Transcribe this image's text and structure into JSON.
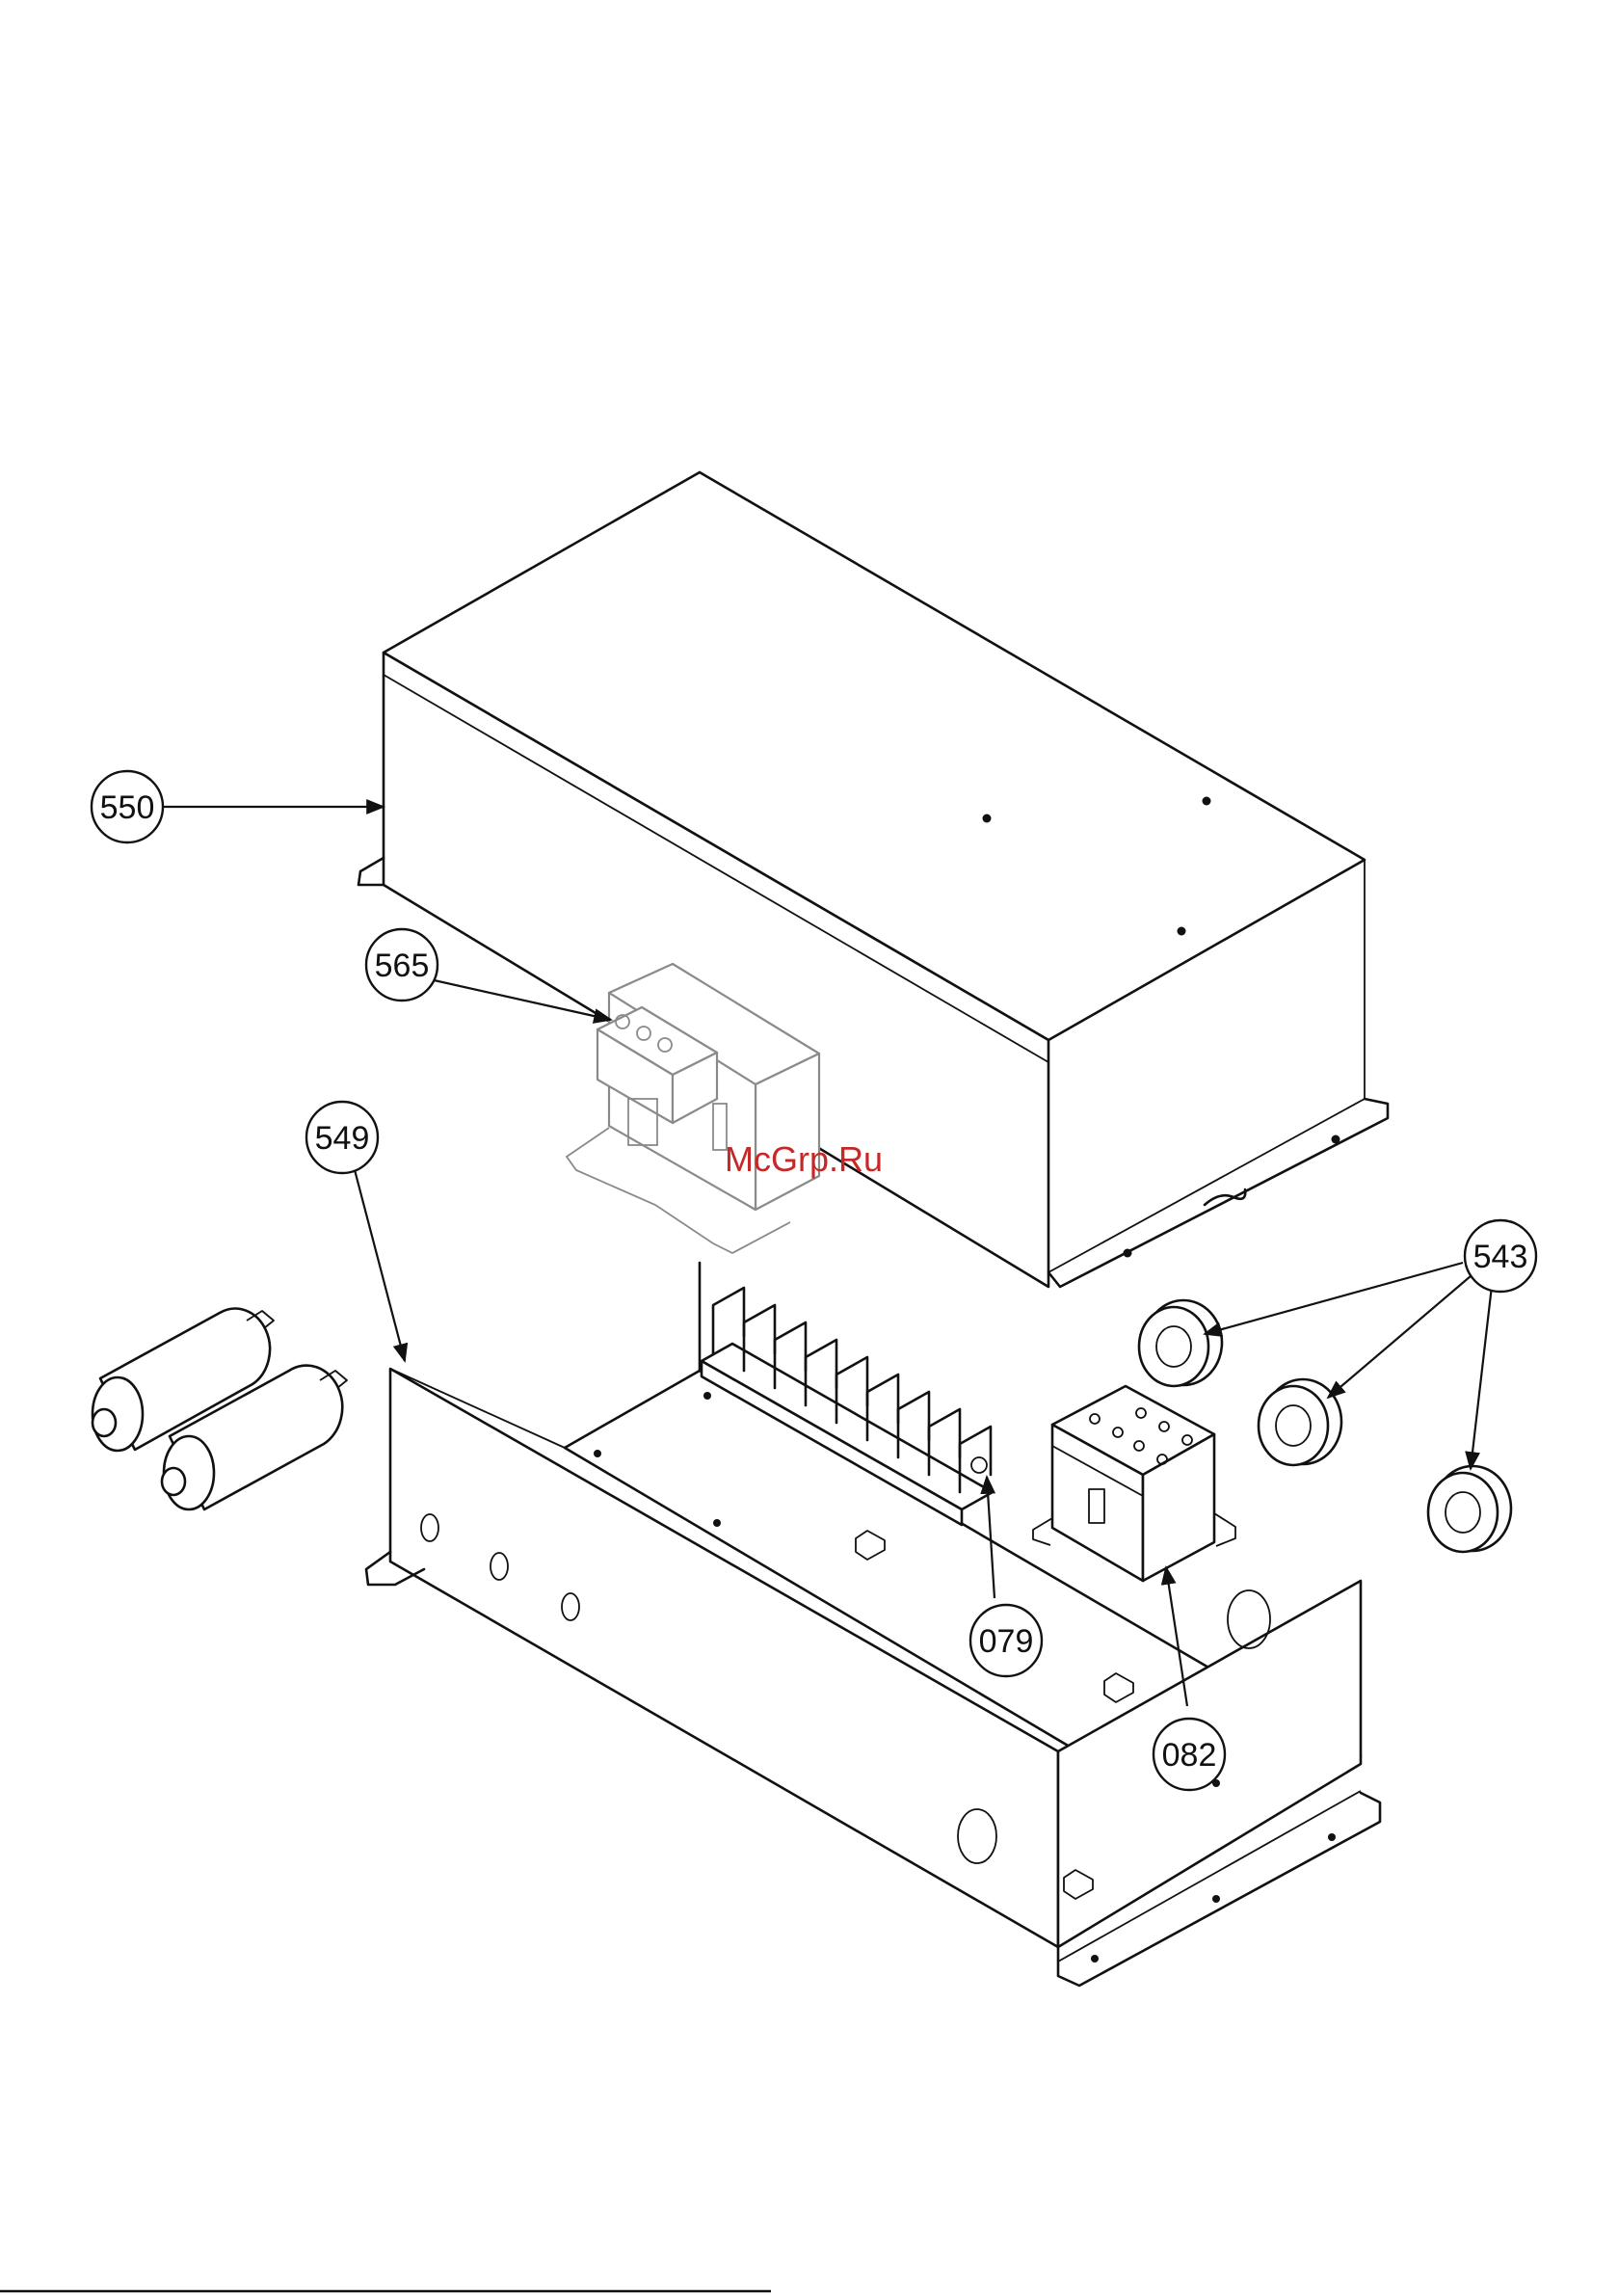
{
  "callouts": {
    "c550": "550",
    "c565": "565",
    "c549": "549",
    "c543": "543",
    "c079": "079",
    "c082": "082"
  },
  "watermark": "McGrp.Ru",
  "colors": {
    "line": "#111111",
    "light_part": "#8a8a8a",
    "watermark": "#c62828"
  }
}
